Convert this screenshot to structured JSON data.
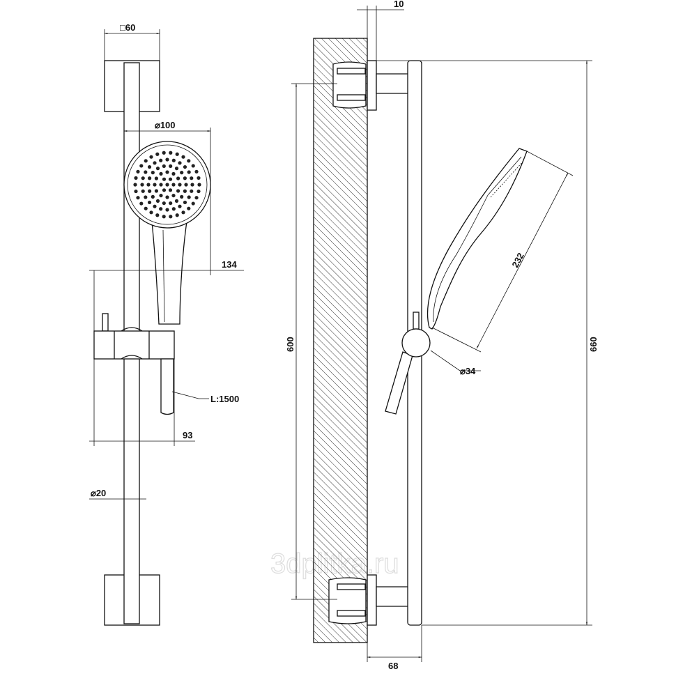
{
  "drawing": {
    "front_view": {
      "mount_size": "□60",
      "head_diameter": "⌀100",
      "head_offset": "134",
      "hose_length": "L:1500",
      "slider_depth": "93",
      "bar_diameter": "⌀20"
    },
    "side_view": {
      "plate_thickness": "10",
      "fixing_distance": "600",
      "total_height": "660",
      "handset_length": "232",
      "joint_diameter": "⌀34",
      "wall_projection": "68"
    },
    "watermark": "3dplitka.ru"
  }
}
